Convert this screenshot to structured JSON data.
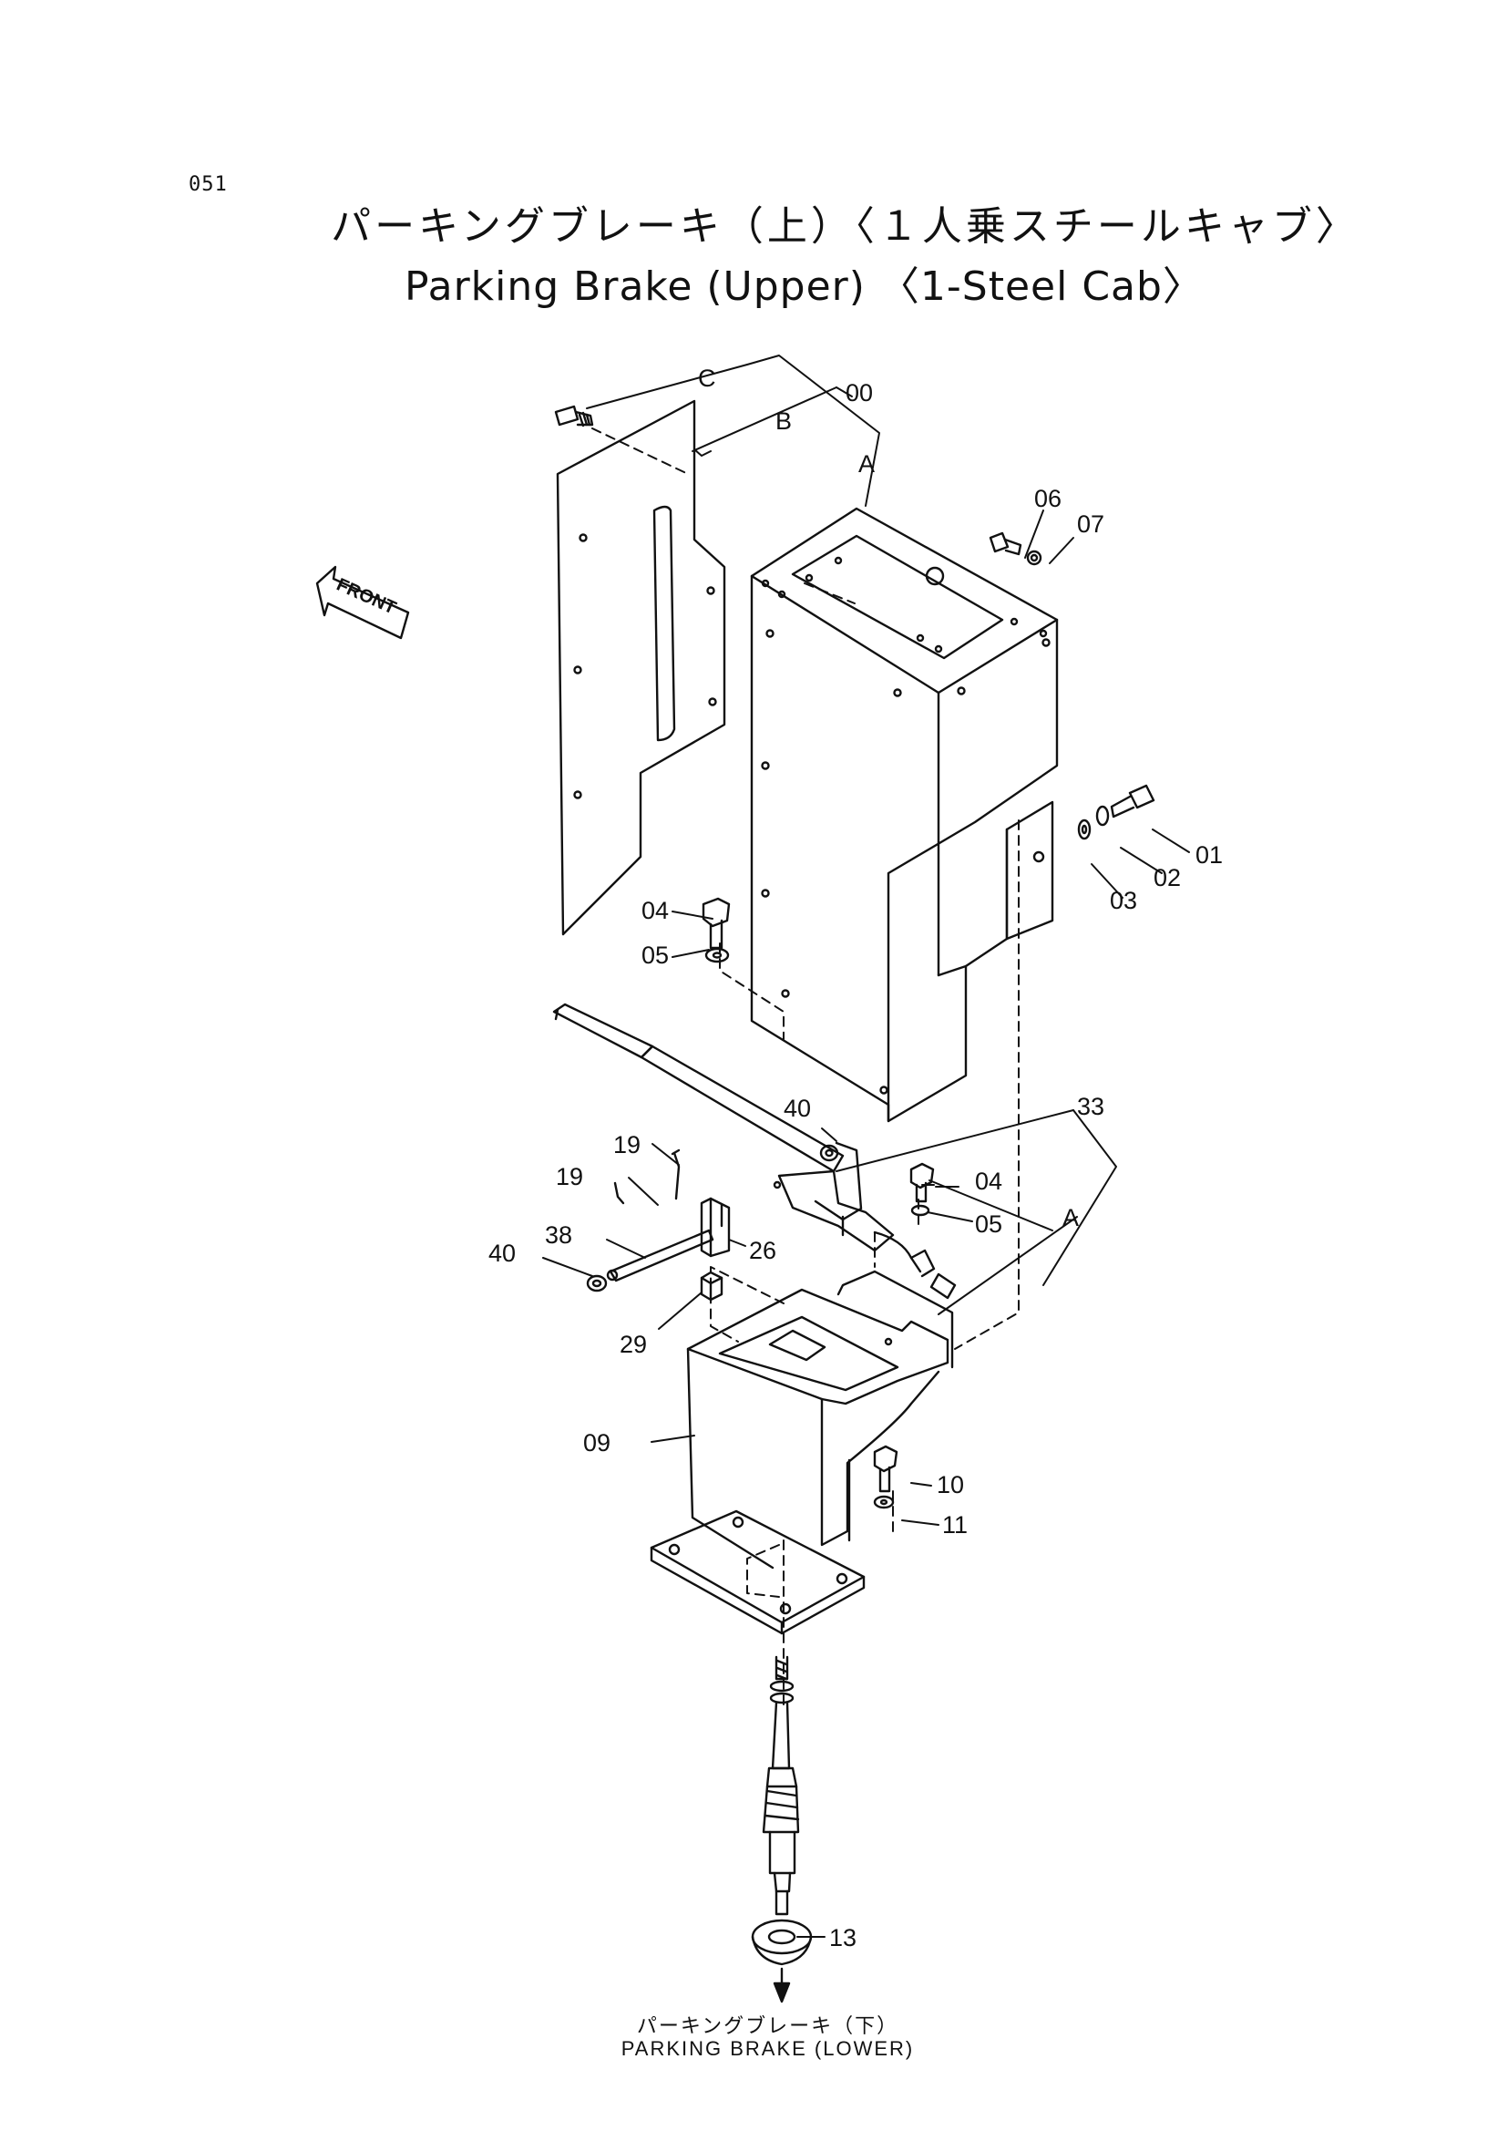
{
  "page_number": "051",
  "title_jp": "パーキングブレーキ（上）〈１人乗スチールキャブ〉",
  "title_en": "Parking Brake (Upper) 〈1-Steel Cab〉",
  "front_label": "FRONT",
  "part_labels": {
    "c": "C",
    "b": "B",
    "p00": "00",
    "a_top": "A",
    "p06": "06",
    "p07": "07",
    "p01": "01",
    "p02": "02",
    "p03": "03",
    "p04_top": "04",
    "p05_top": "05",
    "p40_top": "40",
    "p33": "33",
    "p19_a": "19",
    "p19_b": "19",
    "p04_mid": "04",
    "p05_mid": "05",
    "a_mid": "A",
    "p38": "38",
    "p40_left": "40",
    "p26": "26",
    "p29": "29",
    "p09": "09",
    "p10": "10",
    "p11": "11",
    "p13": "13"
  },
  "footer_jp": "パーキングブレーキ（下）",
  "footer_en": "PARKING BRAKE (LOWER)"
}
